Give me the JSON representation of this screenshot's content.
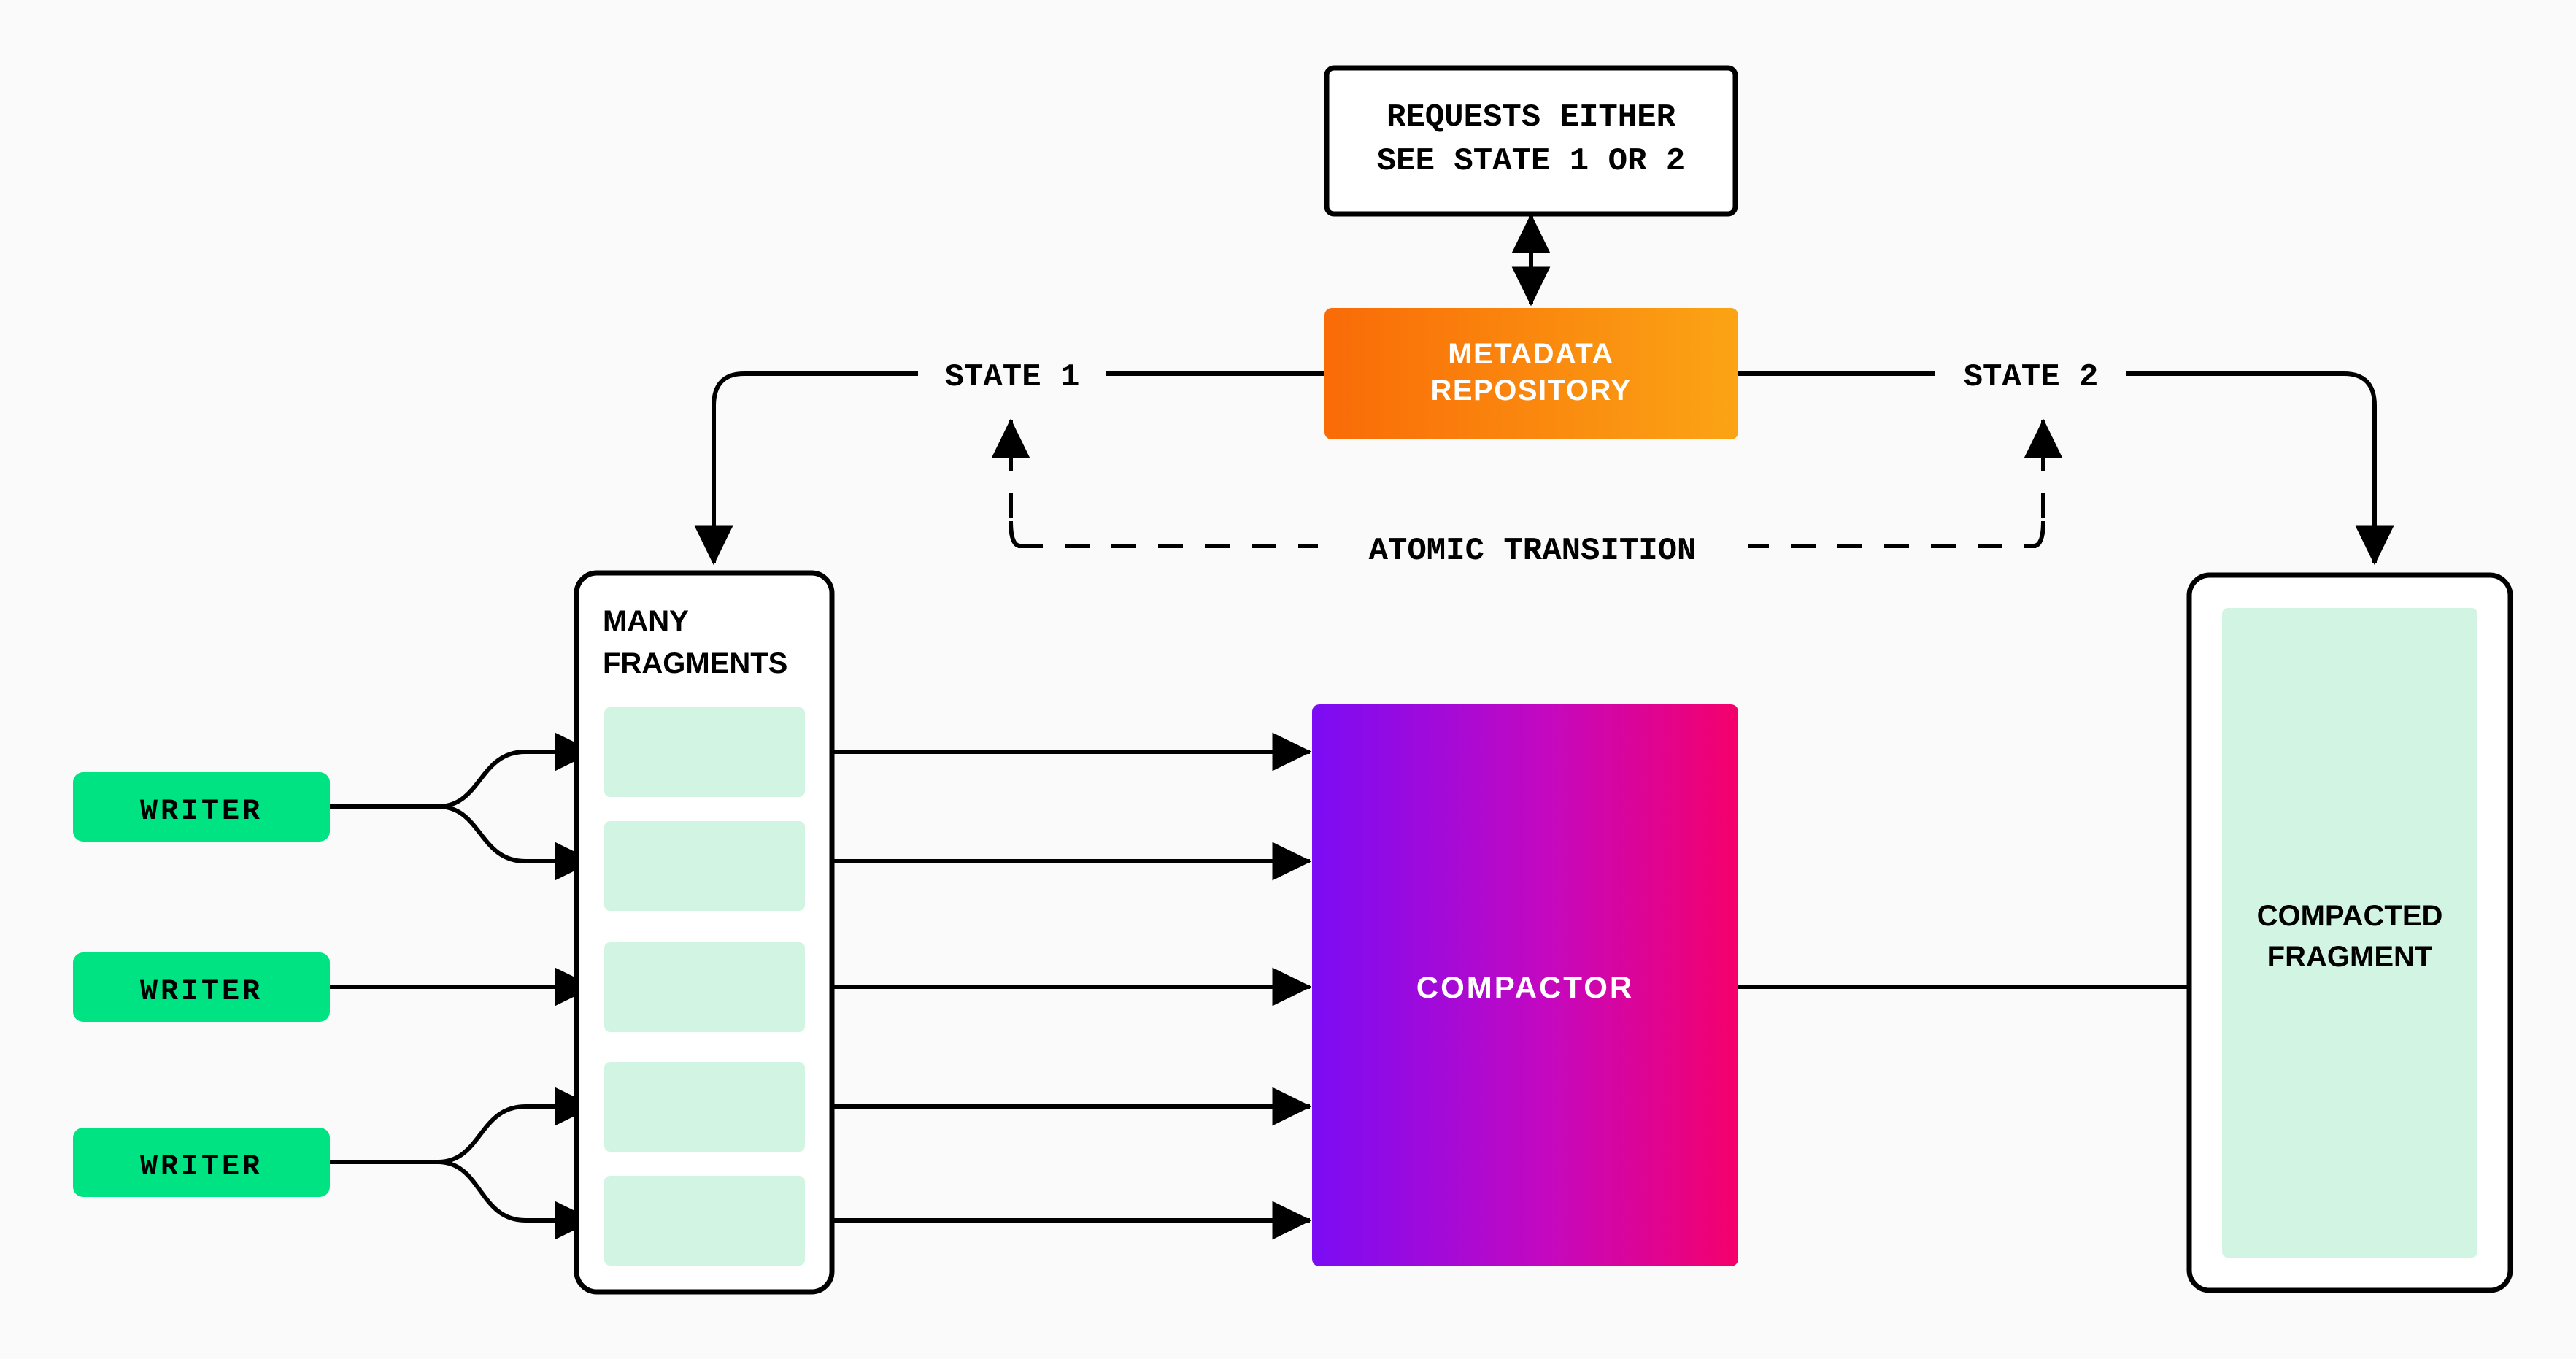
{
  "diagram": {
    "title_note": "REQUESTS EITHER\nSEE STATE 1 OR 2",
    "nodes": {
      "requests_note": {
        "line1": "REQUESTS EITHER",
        "line2": "SEE STATE 1 OR 2"
      },
      "metadata_repository": {
        "line1": "METADATA",
        "line2": "REPOSITORY",
        "fill_start": "#f96b07",
        "fill_end": "#fba415",
        "text_color": "#ffffff"
      },
      "many_fragments": {
        "line1": "MANY",
        "line2": "FRAGMENTS",
        "fragment_count": 5,
        "tile_color": "#d2f5e3"
      },
      "compactor": {
        "label": "COMPACTOR",
        "fill_start": "#7b0cf5",
        "fill_end": "#f5006b",
        "text_color": "#ffffff"
      },
      "compacted_fragment": {
        "line1": "COMPACTED",
        "line2": "FRAGMENT",
        "tile_color": "#d2f5e3"
      },
      "writers": [
        {
          "label": "WRITER",
          "fill": "#00e383"
        },
        {
          "label": "WRITER",
          "fill": "#00e383"
        },
        {
          "label": "WRITER",
          "fill": "#00e383"
        }
      ]
    },
    "edge_labels": {
      "state_1": "STATE 1",
      "state_2": "STATE 2",
      "atomic_transition": "ATOMIC TRANSITION"
    },
    "colors": {
      "background": "#fafafa",
      "stroke": "#000000",
      "writer_green": "#00e383",
      "fragment_mint": "#d2f5e3"
    }
  }
}
